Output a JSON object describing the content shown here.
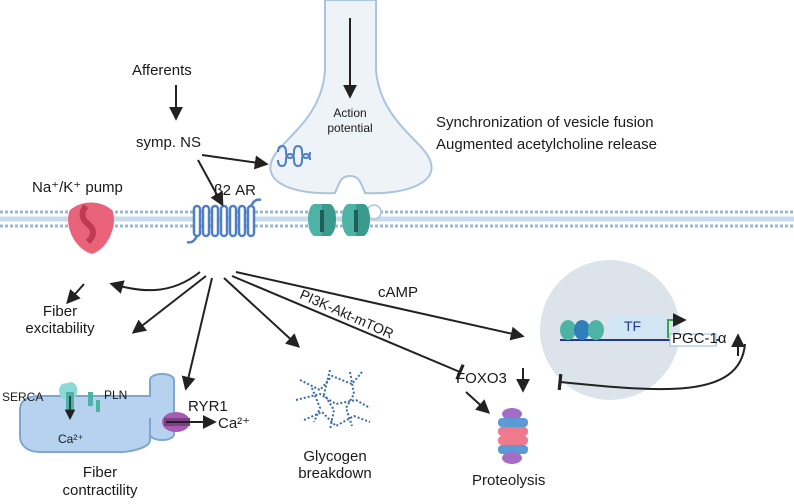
{
  "labels": {
    "afferents": "Afferents",
    "symp_ns": "symp. NS",
    "action_potential_1": "Action",
    "action_potential_2": "potential",
    "synchronization": "Synchronization of vesicle fusion",
    "augmented": "Augmented acetylcholine release",
    "na_k_pump": "Na⁺/K⁺ pump",
    "beta2_ar": "β2 AR",
    "fiber_excitability_1": "Fiber",
    "fiber_excitability_2": "excitability",
    "camp": "cAMP",
    "pi3k": "PI3K-Akt-mTOR",
    "tf": "TF",
    "pgc": "PGC-1α",
    "foxo3": "FOXO3",
    "serca": "SERCA",
    "pln": "PLN",
    "ryr1": "RYR1",
    "ca_in": "Ca²⁺",
    "ca_out": "Ca²⁺",
    "fiber_contractility_1": "Fiber",
    "fiber_contractility_2": "contractility",
    "glycogen_1": "Glycogen",
    "glycogen_2": "breakdown",
    "proteolysis": "Proteolysis"
  },
  "colors": {
    "membrane": "#9bb7d6",
    "receptor": "#4f7fc4",
    "channel": "#4db3a5",
    "pump": "#e9637a",
    "neuron_fill": "#eef3f7",
    "neuron_stroke": "#a9c4dc",
    "fiber_fill": "#b7d2ee",
    "glycogen": "#3d6aa8",
    "nucleus": "#dde3ea",
    "ryr": "#a65ab0",
    "proteasome_pink": "#ee7a8e",
    "proteasome_blue": "#5a9bd5",
    "arrow": "#222222"
  },
  "icons": [
    "gpcr-receptor",
    "ion-channel",
    "na-k-pump",
    "serca-pump",
    "ryr1-channel",
    "glycogen-granule",
    "proteasome",
    "dna-nucleosome",
    "gene-arrow"
  ]
}
